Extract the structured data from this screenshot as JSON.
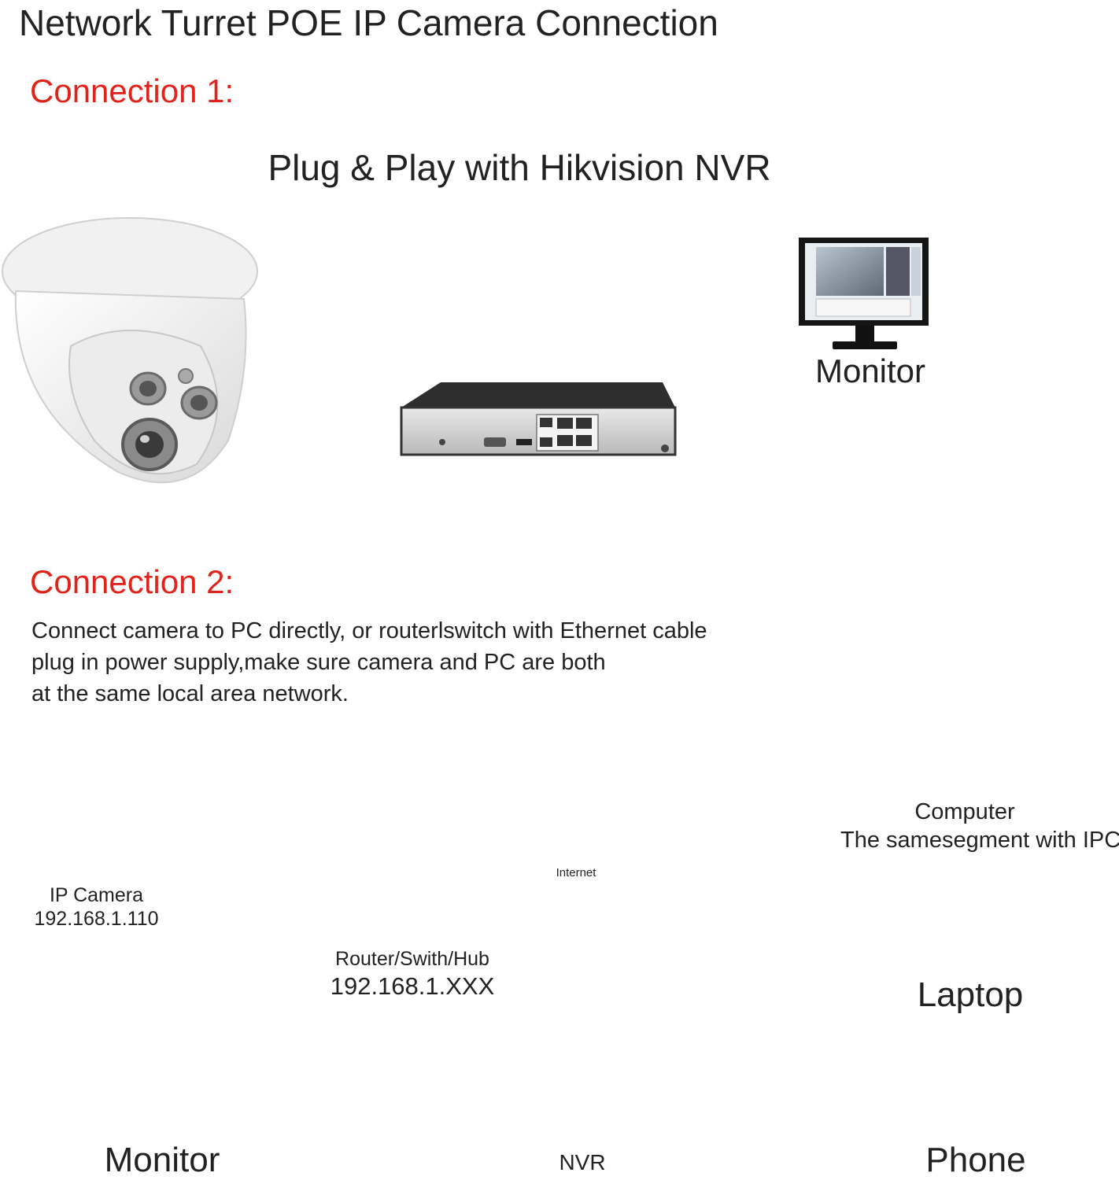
{
  "title": "Network Turret POE IP Camera Connection",
  "connection1": {
    "heading": "Connection 1:",
    "subtitle": "Plug & Play with Hikvision NVR",
    "monitor_label": "Monitor"
  },
  "connection2": {
    "heading": "Connection 2:",
    "description": [
      "Connect camera to PC directly, or routerlswitch with Ethernet cable",
      "plug in power supply,make sure camera and PC are both",
      "at the same local area network."
    ],
    "ip_camera_label": "IP Camera",
    "ip_camera_ip": "192.168.1.110",
    "internet_label": "Internet",
    "router_label": "Router/Swith/Hub",
    "router_ip": "192.168.1.XXX",
    "computer_label": "Computer",
    "computer_sublabel": "The samesegment with IPC",
    "laptop_label": "Laptop",
    "phone_label": "Phone",
    "monitor_label": "Monitor",
    "nvr_label": "NVR"
  },
  "colors": {
    "accent": "#e2231a",
    "text": "#222222"
  }
}
